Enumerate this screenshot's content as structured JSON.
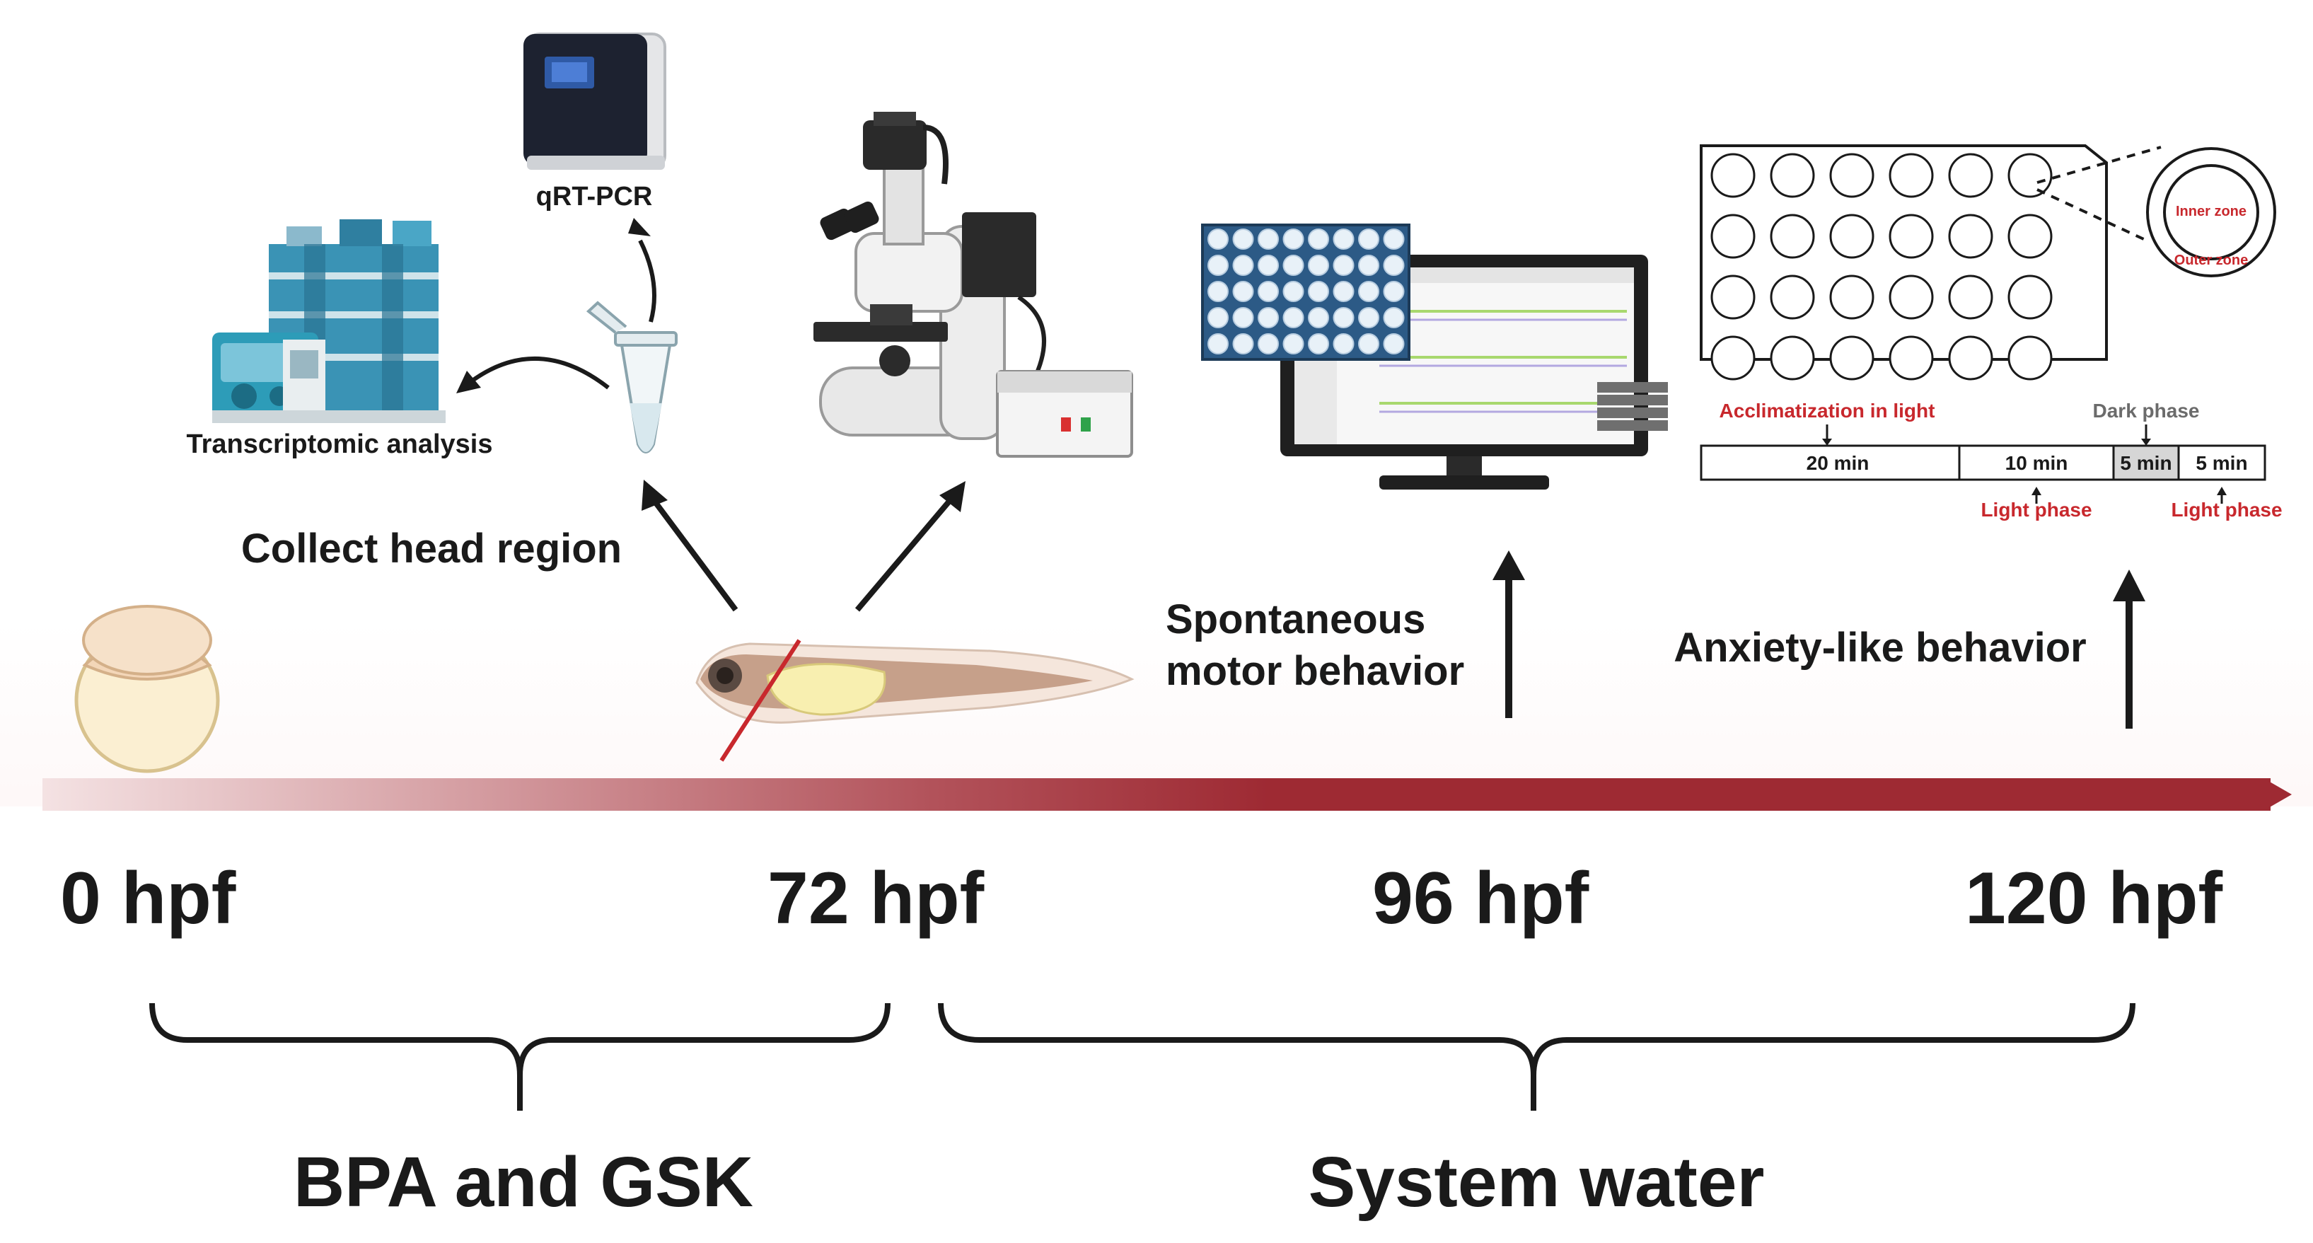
{
  "labels": {
    "qrtpcr": "qRT-PCR",
    "transcriptomic": "Transcriptomic analysis",
    "collect_head": "Collect head region",
    "spontaneous_line1": "Spontaneous",
    "spontaneous_line2": "motor behavior",
    "anxiety": "Anxiety-like behavior",
    "inner_zone": "Inner zone",
    "outer_zone": "Outer zone",
    "acclimatization": "Acclimatization in light",
    "dark_phase": "Dark phase",
    "light_phase_1": "Light phase",
    "light_phase_2": "Light phase"
  },
  "protocol": [
    {
      "label": "20 min",
      "phase": "light"
    },
    {
      "label": "10 min",
      "phase": "light"
    },
    {
      "label": "5 min",
      "phase": "dark"
    },
    {
      "label": "5 min",
      "phase": "light"
    }
  ],
  "timeline": {
    "ticks": [
      "0 hpf",
      "72 hpf",
      "96 hpf",
      "120 hpf"
    ]
  },
  "periods": {
    "exposure": "BPA and GSK",
    "recovery": "System water"
  },
  "colors": {
    "timeline": "#9e2a33",
    "red_text": "#c8282d",
    "grey_text": "#6b6b6b",
    "instrument_blue": "#2d9cb8"
  }
}
